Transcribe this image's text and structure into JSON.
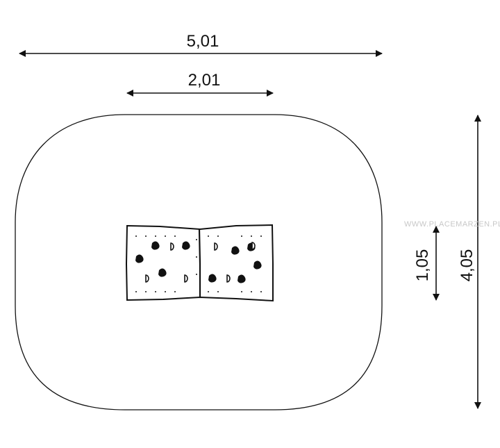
{
  "dimensions": {
    "overall_width": "5,01",
    "panel_width": "2,01",
    "panel_depth": "1,05",
    "overall_depth": "4,05"
  },
  "watermark": {
    "text": "WWW.PLACEMARZEN.PL"
  },
  "colors": {
    "line": "#111111",
    "watermark": "#c8c8c8",
    "background": "#ffffff"
  }
}
